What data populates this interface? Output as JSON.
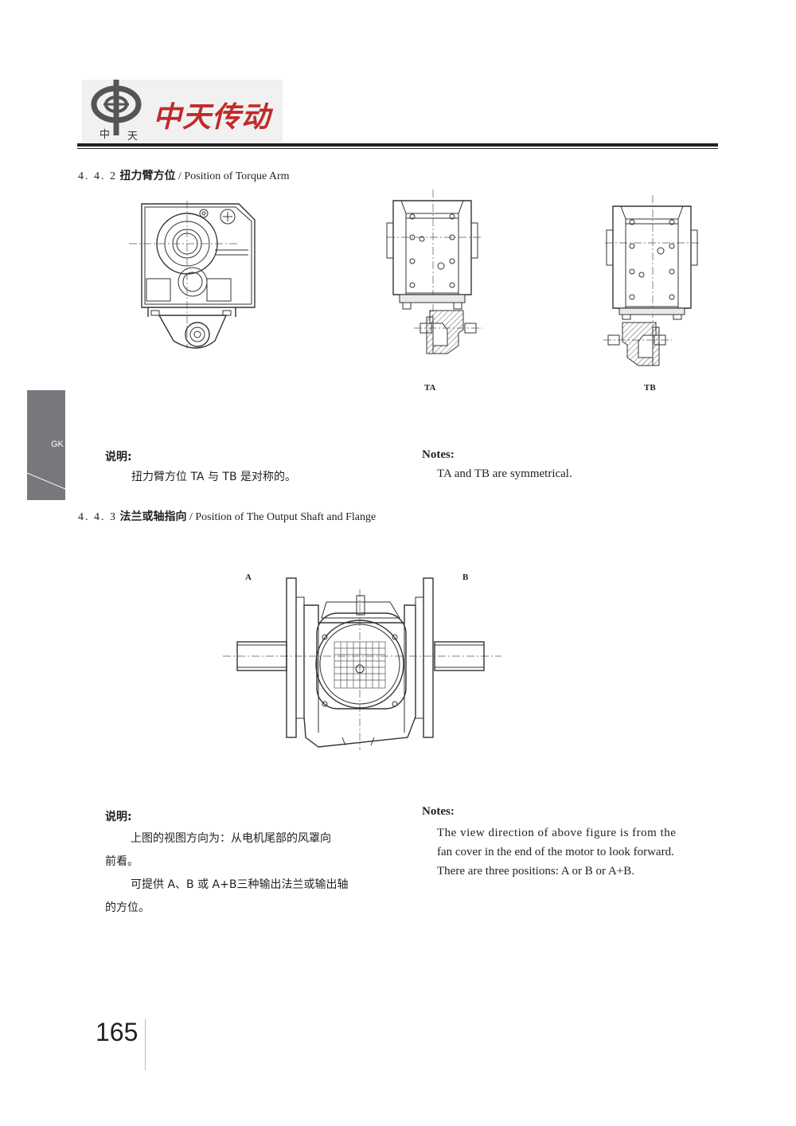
{
  "header": {
    "brand_name": "中天传动",
    "brand_small_left": "中",
    "brand_small_right": "天",
    "brand_color": "#c12b2b"
  },
  "side_tab": {
    "label": "GK",
    "color": "#77787b"
  },
  "section_442": {
    "number": "4. 4. 2",
    "title_cn": "扭力臂方位",
    "title_en": "/ Position of Torque Arm",
    "figure_labels": {
      "ta": "TA",
      "tb": "TB"
    },
    "notes_cn_title": "说明:",
    "notes_cn_line1": "扭力臂方位 TA 与 TB 是对称的。",
    "notes_en_title": "Notes:",
    "notes_en_line1": "TA and TB are symmetrical."
  },
  "section_443": {
    "number": "4. 4. 3",
    "title_cn": "法兰或轴指向",
    "title_en": "/ Position of The Output Shaft and Flange",
    "figure_labels": {
      "a": "A",
      "b": "B"
    },
    "notes_cn_title": "说明:",
    "notes_cn_p1_line1": "上图的视图方向为：从电机尾部的风罩向",
    "notes_cn_p1_line2": "前看。",
    "notes_cn_p2_line1": "可提供 A、B 或 A+B三种输出法兰或输出轴",
    "notes_cn_p2_line2": "的方位。",
    "notes_en_title": "Notes:",
    "notes_en_line1": "The view direction of above figure is from the",
    "notes_en_line2": "fan cover in the end of the motor to look forward.",
    "notes_en_line3": "There are three positions: A or B or A+B."
  },
  "footer": {
    "page_number": "165"
  }
}
